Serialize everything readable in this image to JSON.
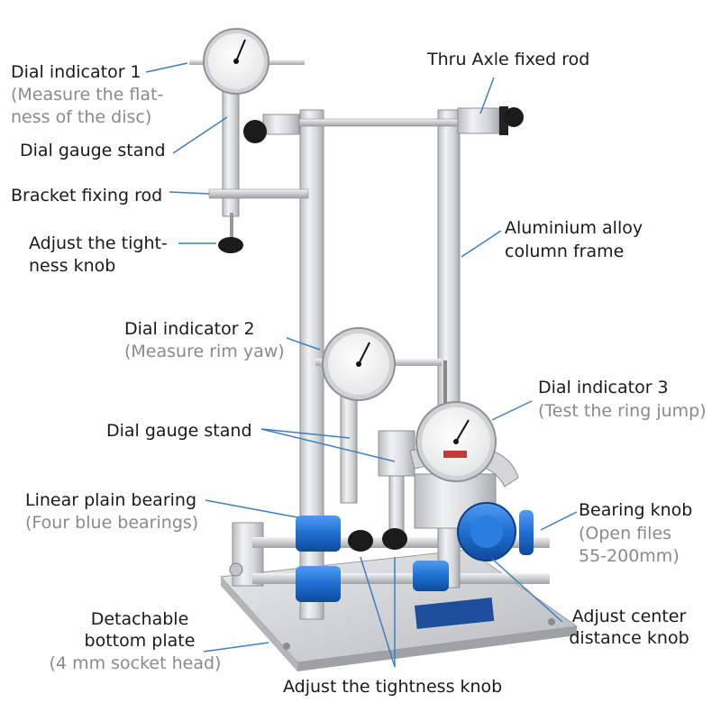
{
  "labels": {
    "dial1": {
      "name": "Dial indicator 1",
      "note1": "(Measure the flat-",
      "note2": "ness of the disc)"
    },
    "gauge_stand_top": {
      "name": "Dial gauge stand"
    },
    "bracket_rod": {
      "name": "Bracket fixing rod"
    },
    "tightness_top": {
      "name1": "Adjust the tight-",
      "name2": "ness knob"
    },
    "thru_axle": {
      "name": "Thru Axle fixed rod"
    },
    "column_frame": {
      "name1": "Aluminium alloy",
      "name2": "column frame"
    },
    "dial2": {
      "name": "Dial indicator 2",
      "note": "(Measure rim yaw)"
    },
    "dial3": {
      "name": "Dial indicator 3",
      "note": "(Test the ring jump)"
    },
    "gauge_stand_mid": {
      "name": "Dial gauge stand"
    },
    "bearing": {
      "name": "Linear plain bearing",
      "note": "(Four blue bearings)"
    },
    "bearing_knob": {
      "name": "Bearing knob",
      "note1": "(Open files",
      "note2": "55-200mm)"
    },
    "bottom_plate": {
      "name1": "Detachable",
      "name2": "bottom plate",
      "note": "(4 mm socket head)"
    },
    "center_knob": {
      "name1": "Adjust center",
      "name2": "distance knob"
    },
    "tightness_bottom": {
      "name": "Adjust the tightness knob"
    }
  },
  "colors": {
    "text": "#1a1a1a",
    "note": "#8a8a8a",
    "leader": "#3d7fc4",
    "aluminium": "#d9dadb",
    "bearing_blue": "#1f6fd1",
    "knob_black": "#1b1b1b"
  }
}
